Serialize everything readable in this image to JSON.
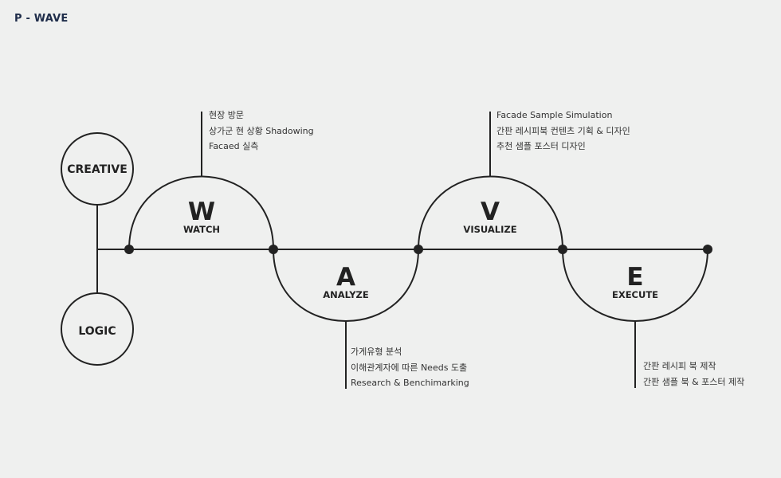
{
  "page_title": "P - WAVE",
  "circles": {
    "top": "CREATIVE",
    "bottom": "LOGIC"
  },
  "stages": [
    {
      "letter": "W",
      "word": "WATCH",
      "items": [
        "현장 방문",
        "상가군 현 상황 Shadowing",
        "Facaed 실측"
      ]
    },
    {
      "letter": "A",
      "word": "ANALYZE",
      "items": [
        "가게유형 분석",
        "이해관계자에 따른 Needs 도출",
        "Research & Benchimarking"
      ]
    },
    {
      "letter": "V",
      "word": "VISUALIZE",
      "items": [
        "Facade Sample Simulation",
        "간판 레시피북 컨텐츠 기획 & 디자인",
        "추천 샘플 포스터 디자인"
      ]
    },
    {
      "letter": "E",
      "word": "EXECUTE",
      "items": [
        "간판 레시피 북 제작",
        "간판 샘플 북 & 포스터 제작"
      ]
    }
  ],
  "colors": {
    "background": "#eff0ef",
    "line": "#222222",
    "title": "#1f2d4a"
  }
}
